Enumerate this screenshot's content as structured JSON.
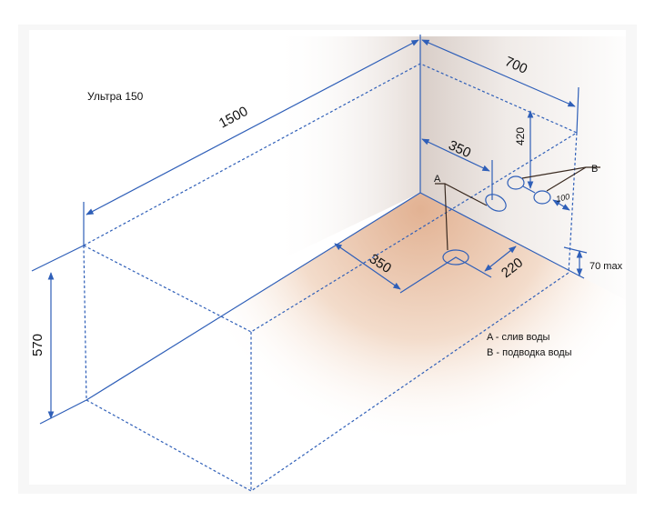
{
  "title": "Ультра 150",
  "dimensions": {
    "length": "1500",
    "width": "700",
    "height": "570",
    "drain_from_end": "350",
    "drain_from_wall": "220",
    "supply_offset": "350",
    "supply_height": "420",
    "supply_spacing": "100",
    "floor_gap": "70 max"
  },
  "markers": {
    "a": "A",
    "b": "B"
  },
  "legend": {
    "a": "A - слив воды",
    "b": "B - подводка воды"
  },
  "colors": {
    "line": "#2f5fb8",
    "leader": "#3a2a20",
    "floor": "#e9c3a6"
  }
}
